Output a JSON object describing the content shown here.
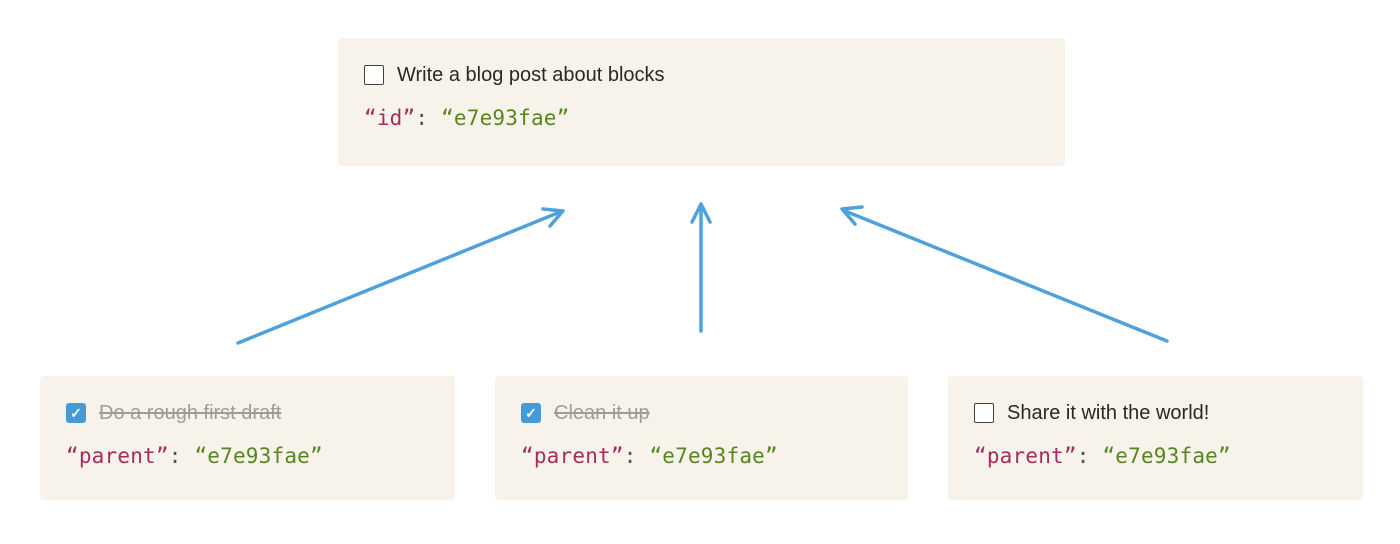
{
  "colors": {
    "page_bg": "#ffffff",
    "card_bg": "#f7f3eb",
    "text": "#2b2722",
    "done_text": "#a09c94",
    "arrow": "#4fa1dc",
    "checkbox_checked": "#459bd7",
    "checkbox_border": "#45423c",
    "code_key": "#a62c5e",
    "code_punct": "#57534c",
    "code_value": "#55861f"
  },
  "icons": {
    "check": "✓"
  },
  "parent_card": {
    "title": "Write a blog post about blocks",
    "checkbox_state": "unchecked",
    "code": {
      "key": "“id”",
      "colon": ":",
      "value": "“e7e93fae”"
    }
  },
  "child_cards": [
    {
      "title": "Do a rough first draft",
      "checkbox_state": "checked",
      "code": {
        "key": "“parent”",
        "colon": ":",
        "value": "“e7e93fae”"
      }
    },
    {
      "title": "Clean it up",
      "checkbox_state": "checked",
      "code": {
        "key": "“parent”",
        "colon": ":",
        "value": "“e7e93fae”"
      }
    },
    {
      "title": "Share it with the world!",
      "checkbox_state": "unchecked",
      "code": {
        "key": "“parent”",
        "colon": ":",
        "value": "“e7e93fae”"
      }
    }
  ]
}
